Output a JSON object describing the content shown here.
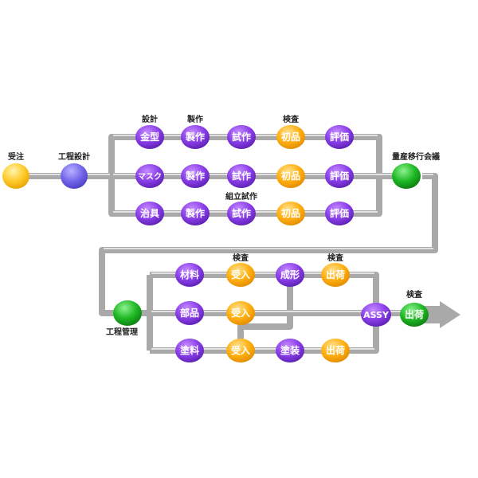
{
  "colors": {
    "purple": "#7a2fd6",
    "orange": "#f5a300",
    "green": "#19a81d",
    "yellow": "#ffc21a",
    "blue": "#6b5fe0",
    "pipe": "#a9a9a9"
  },
  "start": {
    "label": "受注"
  },
  "process_design": {
    "label": "工程設計"
  },
  "mass_production_meeting": {
    "label": "量産移行会議"
  },
  "process_management": {
    "label": "工程管理"
  },
  "rows_top": [
    {
      "items": [
        "金型",
        "製作",
        "試作",
        "初品",
        "評価"
      ]
    },
    {
      "items": [
        "マスク",
        "製作",
        "試作",
        "初品",
        "評価"
      ]
    },
    {
      "items": [
        "治具",
        "製作",
        "試作",
        "初品",
        "評価"
      ]
    }
  ],
  "top_annotations": {
    "design": "設計",
    "manufacture": "製作",
    "inspection": "検査",
    "assembly_trial": "組立試作"
  },
  "rows_bottom": {
    "material": {
      "items": [
        "材料",
        "受入",
        "成形",
        "出荷"
      ]
    },
    "parts": {
      "items": [
        "部品",
        "受入"
      ]
    },
    "paint": {
      "items": [
        "塗料",
        "受入",
        "塗装",
        "出荷"
      ]
    }
  },
  "bottom_annotations": {
    "inspection_receive": "検査",
    "inspection_ship": "検査",
    "inspection_final": "検査"
  },
  "assy": {
    "label": "ASSY"
  },
  "final_ship": {
    "label": "出荷"
  }
}
